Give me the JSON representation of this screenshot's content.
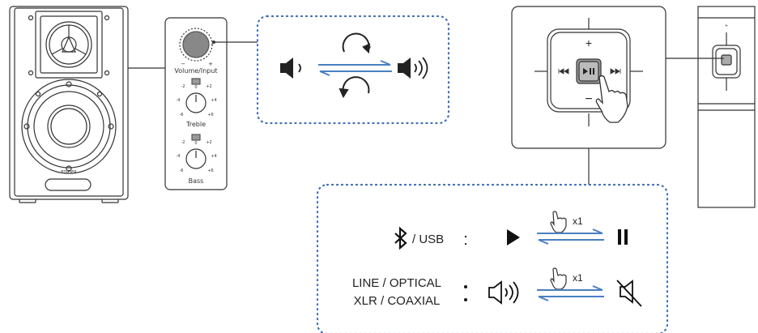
{
  "panel": {
    "volume_input": "Volume/Input",
    "treble": "Treble",
    "bass": "Bass",
    "minus": "−",
    "plus": "+",
    "scale_top": "0",
    "scale_l1": "-2",
    "scale_r1": "+2",
    "scale_l2": "-4",
    "scale_r2": "+4",
    "scale_l3": "-6",
    "scale_r3": "+6"
  },
  "speaker": {
    "brand": "EDIFIER"
  },
  "remote": {
    "plus": "+",
    "minus": "−"
  },
  "modes": {
    "bt_usb": "/ USB",
    "bt_colon": ":",
    "tap_count_1": "x1",
    "line_optical": "LINE / OPTICAL",
    "xlr_coaxial": "XLR / COAXIAL",
    "line_colon": ":",
    "tap_count_2": "x1"
  },
  "colors": {
    "arrow_blue": "#4a7fc1",
    "dotted_border": "#3f6fb6",
    "stroke": "#333333"
  }
}
